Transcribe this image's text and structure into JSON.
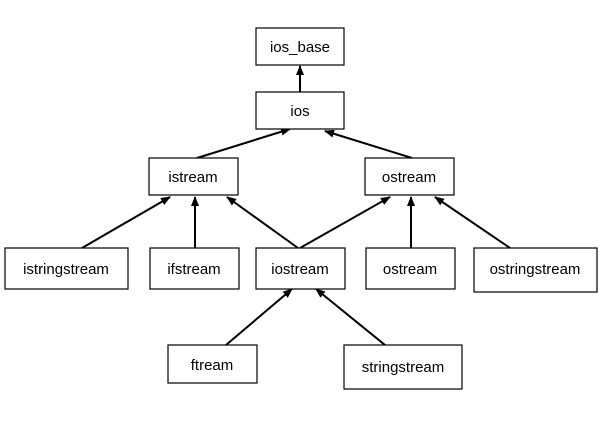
{
  "nodes": [
    {
      "id": "ios_base",
      "label": "ios_base"
    },
    {
      "id": "ios",
      "label": "ios"
    },
    {
      "id": "istream",
      "label": "istream"
    },
    {
      "id": "ostream_top",
      "label": "ostream"
    },
    {
      "id": "istringstream",
      "label": "istringstream"
    },
    {
      "id": "ifstream",
      "label": "ifstream"
    },
    {
      "id": "iostream",
      "label": "iostream"
    },
    {
      "id": "ostream_low",
      "label": "ostream"
    },
    {
      "id": "ostringstream",
      "label": "ostringstream"
    },
    {
      "id": "ftream",
      "label": "ftream"
    },
    {
      "id": "stringstream",
      "label": "stringstream"
    }
  ],
  "edges": [
    {
      "from": "ios",
      "to": "ios_base"
    },
    {
      "from": "istream",
      "to": "ios"
    },
    {
      "from": "ostream_top",
      "to": "ios"
    },
    {
      "from": "istringstream",
      "to": "istream"
    },
    {
      "from": "ifstream",
      "to": "istream"
    },
    {
      "from": "iostream",
      "to": "istream"
    },
    {
      "from": "iostream",
      "to": "ostream_top"
    },
    {
      "from": "ostream_low",
      "to": "ostream_top"
    },
    {
      "from": "ostringstream",
      "to": "ostream_top"
    },
    {
      "from": "ftream",
      "to": "iostream"
    },
    {
      "from": "stringstream",
      "to": "iostream"
    }
  ]
}
